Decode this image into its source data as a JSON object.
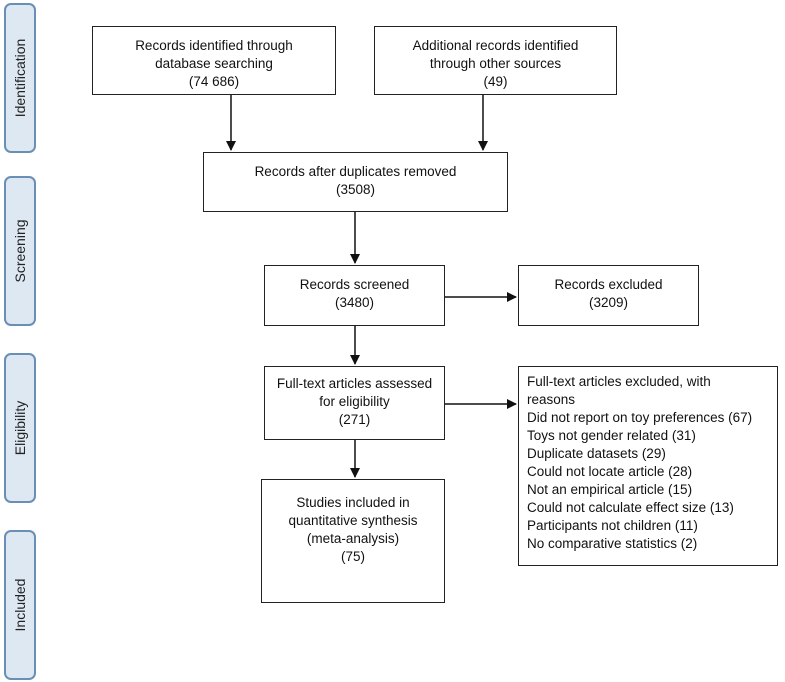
{
  "phases": {
    "identification": "Identification",
    "screening": "Screening",
    "eligibility": "Eligibility",
    "included": "Included"
  },
  "boxes": {
    "database": {
      "lines": [
        "Records identified through",
        "database searching",
        "(74 686)"
      ]
    },
    "other": {
      "lines": [
        "Additional records identified",
        "through other sources",
        "(49)"
      ]
    },
    "duplicates": {
      "lines": [
        "Records after duplicates removed",
        "(3508)"
      ]
    },
    "screened": {
      "lines": [
        "Records screened",
        "(3480)"
      ]
    },
    "excluded": {
      "lines": [
        "Records excluded",
        "(3209)"
      ]
    },
    "fulltext": {
      "lines": [
        "Full-text articles assessed",
        "for eligibility",
        "(271)"
      ]
    },
    "fulltext_excluded": {
      "lines": [
        "Full-text articles excluded, with",
        "reasons",
        "Did not report on toy preferences (67)",
        "Toys not gender related (31)",
        "Duplicate datasets (29)",
        "Could not locate article (28)",
        "Not an empirical article (15)",
        "Could not calculate effect size (13)",
        "Participants not children (11)",
        "No comparative statistics (2)"
      ]
    },
    "included": {
      "lines": [
        "Studies included in",
        "quantitative synthesis",
        "(meta-analysis)",
        "(75)"
      ]
    }
  }
}
